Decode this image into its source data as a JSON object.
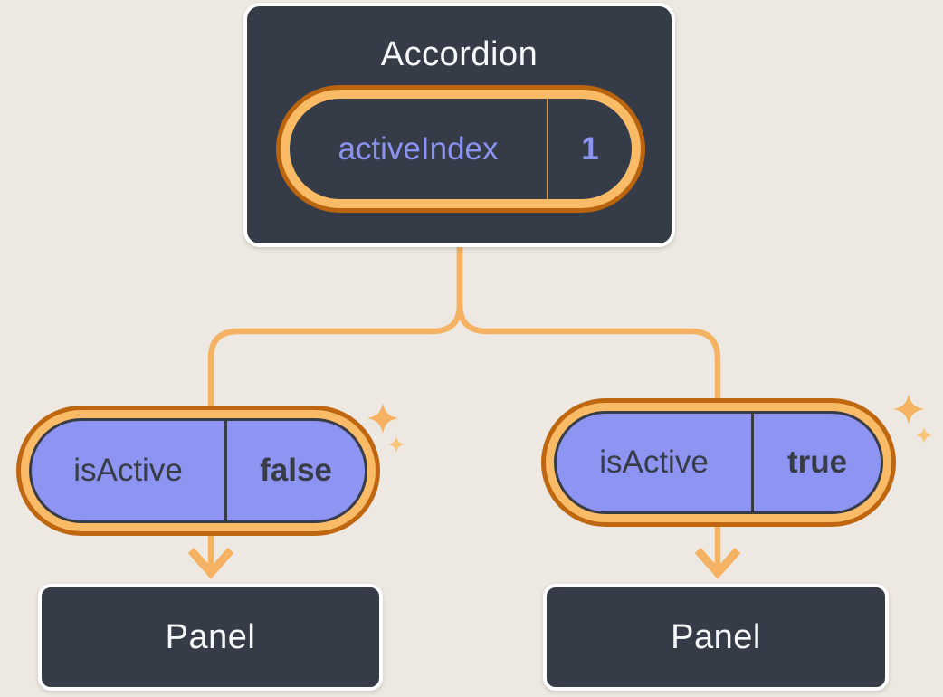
{
  "diagram": {
    "description": "React state diagram: Accordion component holding activeIndex state, passing isActive props to two Panel children",
    "accordion": {
      "title": "Accordion",
      "state": {
        "name": "activeIndex",
        "value": "1"
      }
    },
    "children": [
      {
        "prop": {
          "name": "isActive",
          "value": "false"
        },
        "panel": {
          "title": "Panel"
        }
      },
      {
        "prop": {
          "name": "isActive",
          "value": "true"
        },
        "panel": {
          "title": "Panel"
        }
      }
    ]
  },
  "icons": {
    "sparkle_large": "four-point-star",
    "sparkle_small": "four-point-star"
  },
  "colors": {
    "background": "#EDE9E2",
    "node_fill": "#353B47",
    "node_border": "#FFFFFF",
    "node_text": "#F6F7F9",
    "connector_orange": "#F5B262",
    "ring_light_orange": "#F9BB66",
    "ring_dark_orange": "#BB6410",
    "state_pill_divider": "#DB9B4B",
    "state_text_purple": "#8B93F1",
    "prop_pill_fill": "#8D94F2",
    "prop_pill_outline": "#383C46",
    "prop_text_dark": "#383C46",
    "sparkle": "#F5B262",
    "sparkle_light": "#F7C478"
  }
}
